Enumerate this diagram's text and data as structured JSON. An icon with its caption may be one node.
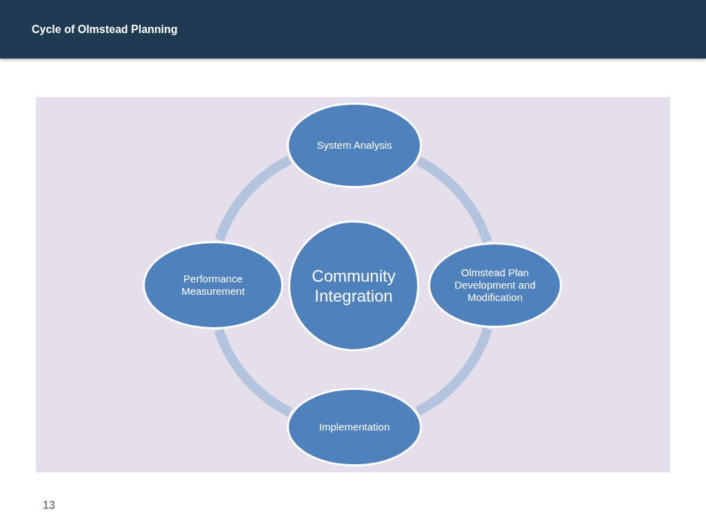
{
  "diagram": {
    "title": "Cycle of Olmstead Planning",
    "nodes": [
      {
        "text": [
          "System Analysis"
        ]
      },
      {
        "text": [
          "Performance Measurement"
        ]
      },
      {
        "text": [
          "Community Integration"
        ]
      },
      {
        "text": [
          "Olmstead Plan Development and Modification"
        ]
      },
      {
        "text": [
          "Implementation"
        ]
      }
    ],
    "edges": [
      {
        "from": 0,
        "to": 3,
        "arrow": "none"
      },
      {
        "from": 3,
        "to": 4,
        "arrow": "none"
      },
      {
        "from": 4,
        "to": 1,
        "arrow": "none"
      },
      {
        "from": 1,
        "to": 0,
        "arrow": "none"
      }
    ],
    "labels": [
      "13"
    ]
  }
}
